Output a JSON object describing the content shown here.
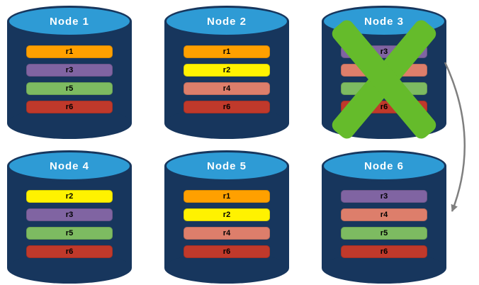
{
  "diagram": {
    "nodes": [
      {
        "title": "Node 1",
        "bars": [
          {
            "label": "r1",
            "color": "#FFA000"
          },
          {
            "label": "r3",
            "color": "#8064A2"
          },
          {
            "label": "r5",
            "color": "#7DBB61"
          },
          {
            "label": "r6",
            "color": "#C0392B"
          }
        ]
      },
      {
        "title": "Node 2",
        "bars": [
          {
            "label": "r1",
            "color": "#FFA000"
          },
          {
            "label": "r2",
            "color": "#FFF200"
          },
          {
            "label": "r4",
            "color": "#DD7E6B"
          },
          {
            "label": "r6",
            "color": "#C0392B"
          }
        ]
      },
      {
        "title": "Node 3",
        "bars": [
          {
            "label": "r3",
            "color": "#8064A2"
          },
          {
            "label": "r4",
            "color": "#DD7E6B"
          },
          {
            "label": "r5",
            "color": "#7DBB61"
          },
          {
            "label": "r6",
            "color": "#C0392B"
          }
        ]
      },
      {
        "title": "Node 4",
        "bars": [
          {
            "label": "r2",
            "color": "#FFF200"
          },
          {
            "label": "r3",
            "color": "#8064A2"
          },
          {
            "label": "r5",
            "color": "#7DBB61"
          },
          {
            "label": "r6",
            "color": "#C0392B"
          }
        ]
      },
      {
        "title": "Node 5",
        "bars": [
          {
            "label": "r1",
            "color": "#FFA000"
          },
          {
            "label": "r2",
            "color": "#FFF200"
          },
          {
            "label": "r4",
            "color": "#DD7E6B"
          },
          {
            "label": "r6",
            "color": "#C0392B"
          }
        ]
      },
      {
        "title": "Node 6",
        "bars": [
          {
            "label": "r3",
            "color": "#8064A2"
          },
          {
            "label": "r4",
            "color": "#DD7E6B"
          },
          {
            "label": "r5",
            "color": "#7DBB61"
          },
          {
            "label": "r6",
            "color": "#C0392B"
          }
        ]
      }
    ],
    "failure": {
      "target": "Node 3",
      "color": "#65BB2B"
    },
    "arrow": {
      "from": "Node 3",
      "to": "Node 6",
      "color": "#7F7F7F"
    },
    "colors": {
      "cylinder_body": "#17365D",
      "cylinder_top": "#2E9BD5",
      "title_text": "#FFFFFF",
      "bar_text": "#000000",
      "background": "#FFFFFF"
    }
  }
}
